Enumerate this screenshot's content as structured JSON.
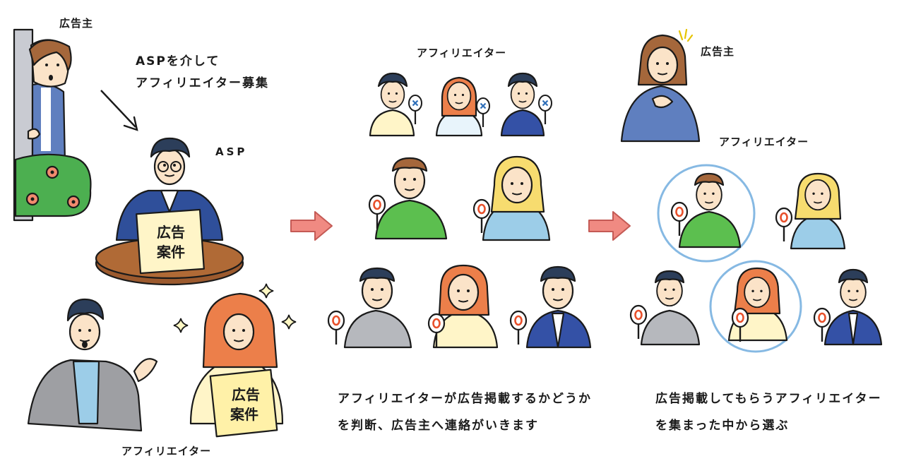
{
  "labels": {
    "advertiser_top_left": "広告主",
    "asp_instruction_line1": "ASPを介して",
    "asp_instruction_line2": "アフィリエイター募集",
    "asp": "ASP",
    "affiliator_bottom_left": "アフィリエイター",
    "affiliators_middle": "アフィリエイター",
    "advertiser_right": "広告主",
    "affiliators_right": "アフィリエイター",
    "ad_case_line1": "広告",
    "ad_case_line2": "案件"
  },
  "captions": {
    "middle_line1": "アフィリエイターが広告掲載するかどうか",
    "middle_line2": "を判断、広告主へ連絡がいきます",
    "right_line1": "広告掲載してもらうアフィリエイター",
    "right_line2": "を集まった中から選ぶ"
  },
  "paddles": {
    "reject_mark": "x",
    "accept_mark": "O"
  },
  "colors": {
    "arrow": "#f08a82",
    "arrow_stroke": "#c45a55",
    "highlight_ring": "#86b9e3",
    "accept_mark": "#e8502b",
    "reject_mark": "#2f6fb8",
    "bush": "#4caf50",
    "flower": "#f28a6e",
    "table": "#9c5a2e"
  }
}
